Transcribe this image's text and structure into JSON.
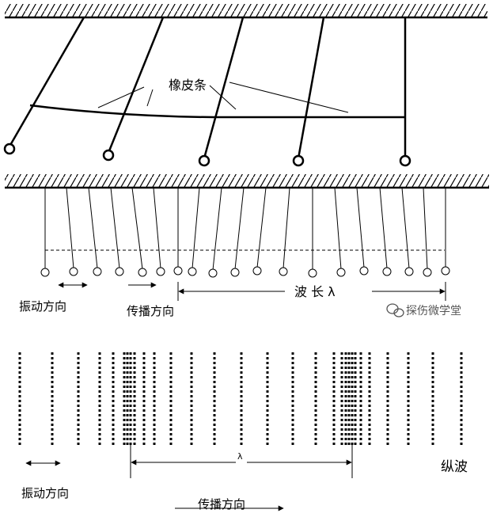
{
  "labels": {
    "rubber_band": "橡皮条",
    "vibration_direction": "振动方向",
    "propagation_direction": "传播方向",
    "wavelength_text": "波 长 λ",
    "lambda": "λ",
    "longitudinal_wave": "纵波",
    "watermark": "探伤微学堂"
  },
  "colors": {
    "ink": "#000000",
    "watermark": "#555555"
  },
  "icons": {
    "watermark_logo": "wechat-icon"
  }
}
